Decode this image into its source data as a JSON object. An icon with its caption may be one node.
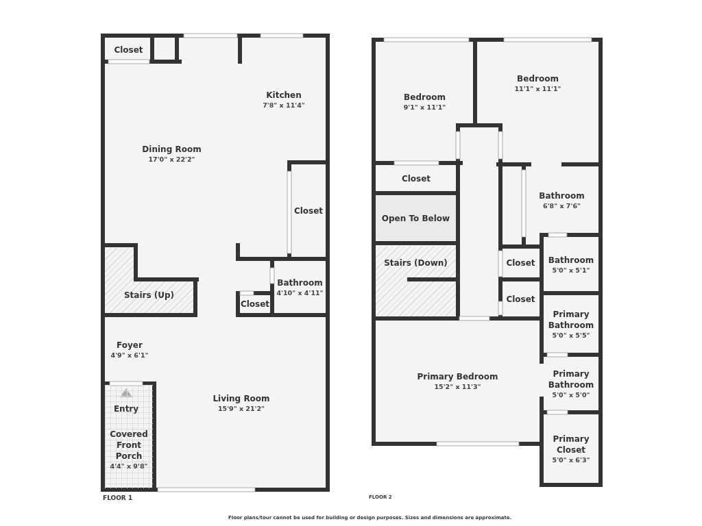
{
  "diagram": {
    "nodes": [
      {
        "text": [
          "Closet"
        ]
      },
      {
        "text": [
          "Kitchen",
          "7'8\" x 11'4\""
        ]
      },
      {
        "text": [
          "Dining Room",
          "17'0\" x 22'2\""
        ]
      },
      {
        "text": [
          "Closet"
        ]
      },
      {
        "text": [
          "Stairs (Up)"
        ]
      },
      {
        "text": [
          "Bathroom",
          "4'10\" x 4'11\""
        ]
      },
      {
        "text": [
          "Closet"
        ]
      },
      {
        "text": [
          "Foyer",
          "4'9\" x 6'1\""
        ]
      },
      {
        "text": [
          "Living Room",
          "15'9\" x 21'2\""
        ]
      },
      {
        "text": [
          "Covered Front Porch",
          "4'4\" x 9'8\""
        ]
      },
      {
        "text": [
          "Bedroom",
          "9'1\" x 11'1\""
        ]
      },
      {
        "text": [
          "Bedroom",
          "11'1\" x 11'1\""
        ]
      },
      {
        "text": [
          "Closet"
        ]
      },
      {
        "text": [
          "Open To Below"
        ]
      },
      {
        "text": [
          "Stairs (Down)"
        ]
      },
      {
        "text": [
          "Bathroom",
          "6'8\" x 7'6\""
        ]
      },
      {
        "text": [
          "Closet"
        ]
      },
      {
        "text": [
          "Bathroom",
          "5'0\" x 5'1\""
        ]
      },
      {
        "text": [
          "Closet"
        ]
      },
      {
        "text": [
          "Primary Bathroom",
          "5'0\" x 5'5\""
        ]
      },
      {
        "text": [
          "Primary Bedroom",
          "15'2\" x 11'3\""
        ]
      },
      {
        "text": [
          "Primary Bathroom",
          "5'0\" x 5'0\""
        ]
      },
      {
        "text": [
          "Primary Closet",
          "5'0\" x 6'3\""
        ]
      }
    ],
    "labels": [
      "Entry",
      "FLOOR 1",
      "FLOOR 2",
      "Floor plans/tour cannot be used for building or design purposes. Sizes and dimensions are approximate."
    ]
  }
}
